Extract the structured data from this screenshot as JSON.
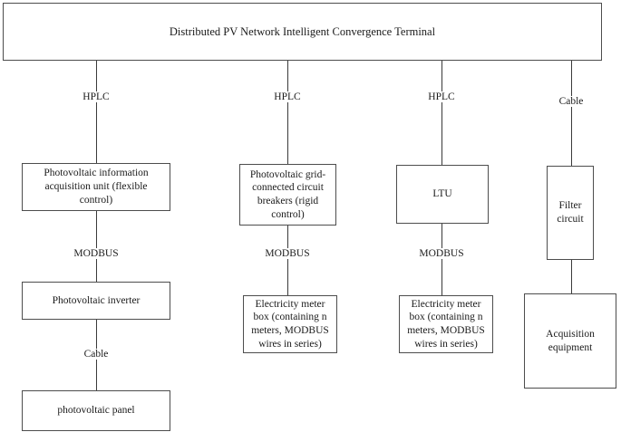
{
  "diagram": {
    "type": "block-flow-diagram",
    "background_color": "#ffffff",
    "line_color": "#3a3a3a",
    "border_color": "#4d4d4d",
    "text_color": "#1a1a1a",
    "root": {
      "id": "root",
      "label": "Distributed PV Network Intelligent Convergence Terminal"
    },
    "branches": [
      {
        "id": "branch-1",
        "link_label": "HPLC",
        "nodes": [
          {
            "id": "pv-info-acquisition-unit",
            "label": "Photovoltaic information\nacquisition unit (flexible\ncontrol)"
          },
          {
            "id": "pv-inverter",
            "label": "Photovoltaic inverter"
          },
          {
            "id": "pv-panel",
            "label": "photovoltaic panel"
          }
        ],
        "inner_link_labels": [
          "MODBUS",
          "Cable"
        ]
      },
      {
        "id": "branch-2",
        "link_label": "HPLC",
        "nodes": [
          {
            "id": "pv-grid-connected-circuit-breakers",
            "label": "Photovoltaic grid-\nconnected circuit\nbreakers (rigid\ncontrol)"
          },
          {
            "id": "electricity-meter-box-2",
            "label": "Electricity meter\nbox (containing n\nmeters, MODBUS\nwires in series)"
          }
        ],
        "inner_link_labels": [
          "MODBUS"
        ]
      },
      {
        "id": "branch-3",
        "link_label": "HPLC",
        "nodes": [
          {
            "id": "ltu",
            "label": "LTU"
          },
          {
            "id": "electricity-meter-box-3",
            "label": "Electricity meter\nbox (containing n\nmeters, MODBUS\nwires in series)"
          }
        ],
        "inner_link_labels": [
          "MODBUS"
        ]
      },
      {
        "id": "branch-4",
        "link_label": "Cable",
        "nodes": [
          {
            "id": "filter-circuit",
            "label": "Filter\ncircuit"
          },
          {
            "id": "acquisition-equipment",
            "label": "Acquisition\nequipment"
          }
        ],
        "inner_link_labels": [
          ""
        ]
      }
    ]
  }
}
